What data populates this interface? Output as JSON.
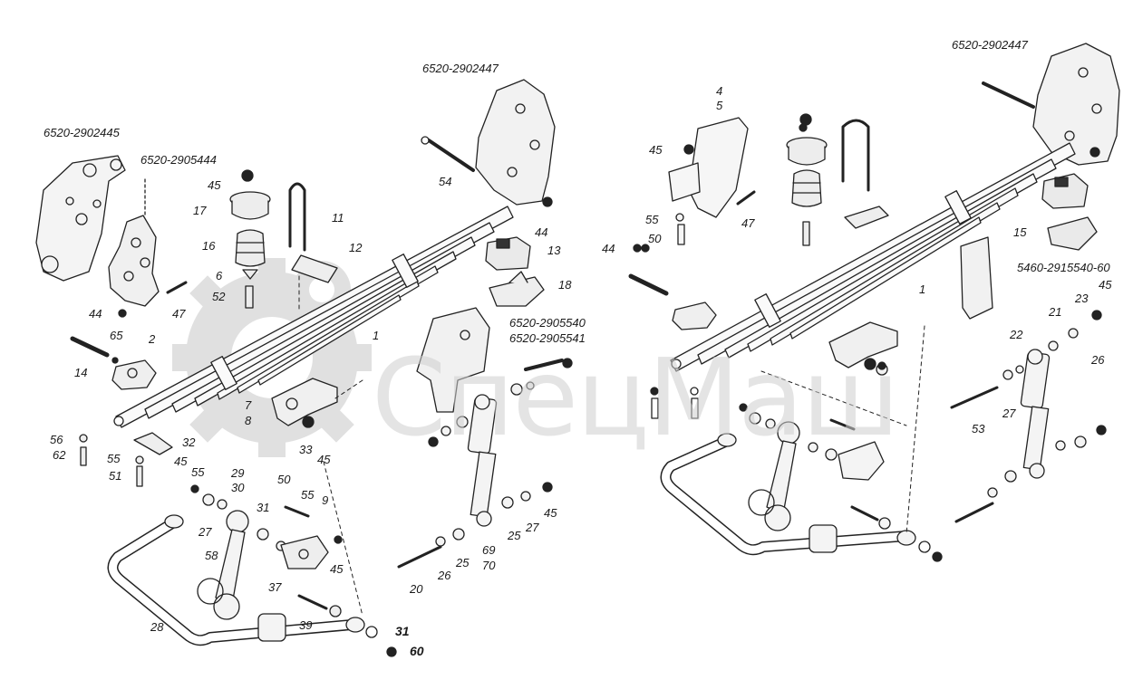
{
  "watermark": {
    "text": "СпецМаш",
    "logo": "gear-logo"
  },
  "labels": {
    "l_2902445": "6520-2902445",
    "l_2905444": "6520-2905444",
    "l_2902447_left": "6520-2902447",
    "l_2902447_right": "6520-2902447",
    "l_2905540": "6520-2905540",
    "l_2905541": "6520-2905541",
    "l_2915540": "5460-2915540-60",
    "n45a": "45",
    "n17": "17",
    "n16": "16",
    "n6": "6",
    "n52": "52",
    "n11": "11",
    "n12": "12",
    "n54": "54",
    "n44a": "44",
    "n47a": "47",
    "n65": "65",
    "n2": "2",
    "n14": "14",
    "n1a": "1",
    "n44b": "44",
    "n13": "13",
    "n18": "18",
    "n7": "7",
    "n8": "8",
    "n33": "33",
    "n45b": "45",
    "n56": "56",
    "n62": "62",
    "n32": "32",
    "n55a": "55",
    "n51": "51",
    "n45c": "45",
    "n55b": "55",
    "n27a": "27",
    "n29": "29",
    "n30": "30",
    "n31a": "31",
    "n50a": "50",
    "n55c": "55",
    "n9": "9",
    "n45d": "45",
    "n58": "58",
    "n37": "37",
    "n39": "39",
    "n28": "28",
    "n31b": "31",
    "n60": "60",
    "n20": "20",
    "n26a": "26",
    "n25a": "25",
    "n69": "69",
    "n70": "70",
    "n25b": "25",
    "n27b": "27",
    "n45e": "45",
    "n4": "4",
    "n5": "5",
    "n45f": "45",
    "n55d": "55",
    "n50b": "50",
    "n47b": "47",
    "n44c": "44",
    "n15": "15",
    "n1b": "1",
    "n21": "21",
    "n22": "22",
    "n23": "23",
    "n45g": "45",
    "n26b": "26",
    "n27c": "27",
    "n53": "53"
  }
}
